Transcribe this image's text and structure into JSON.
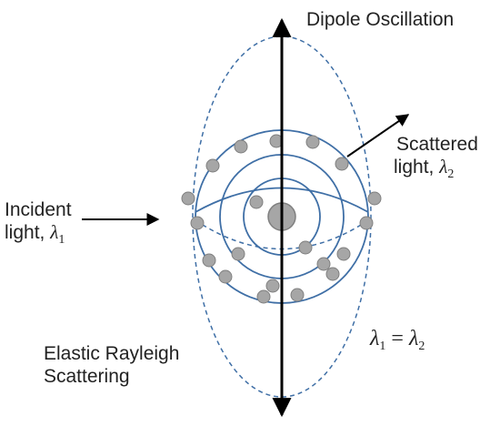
{
  "labels": {
    "dipole": "Dipole Oscillation",
    "scattered_line1": "Scattered",
    "scattered_line2_prefix": "light, ",
    "incident_line1": "Incident",
    "incident_line2_prefix": "light, ",
    "elastic_line1": "Elastic Rayleigh",
    "elastic_line2": "Scattering"
  },
  "math": {
    "lambda": "λ",
    "sub1": "1",
    "sub2": "2",
    "equals": " = "
  },
  "colors": {
    "orbit": "#3f6fa6",
    "dashed": "#3f6fa6",
    "atom": "#a6a6a6",
    "atom_stroke": "#7f7f7f",
    "arrow": "#000000"
  }
}
